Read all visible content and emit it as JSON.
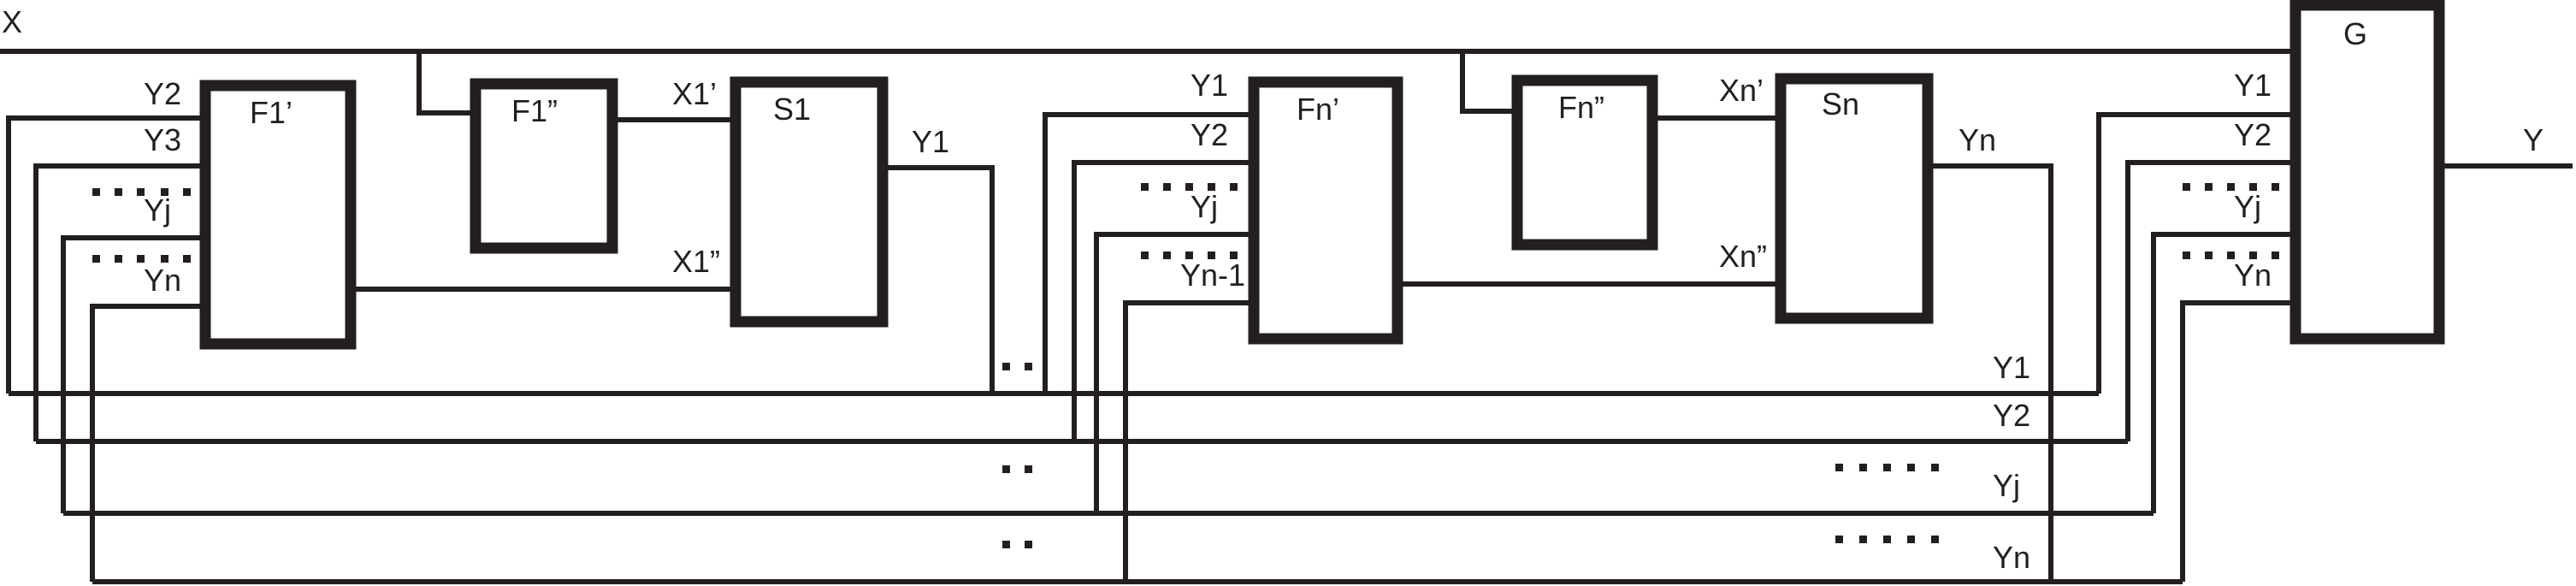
{
  "input_label": "X",
  "output_label": "Y",
  "blocks": {
    "f1_prime": "F1’",
    "f1_dprime": "F1”",
    "s1": "S1",
    "fn_prime": "Fn’",
    "fn_dprime": "Fn”",
    "sn": "Sn",
    "g": "G"
  },
  "f1_inputs": [
    "Y2",
    "Y3",
    "Yj",
    "Yn"
  ],
  "s1_inputs": [
    "X1’",
    "X1”"
  ],
  "s1_output": "Y1",
  "fn_inputs": [
    "Y1",
    "Y2",
    "Yj",
    "Yn-1"
  ],
  "sn_inputs": [
    "Xn’",
    "Xn”"
  ],
  "sn_output": "Yn",
  "g_inputs": [
    "Y1",
    "Y2",
    "Yj",
    "Yn"
  ],
  "bus_labels": [
    "Y1",
    "Y2",
    "Yj",
    "Yn"
  ],
  "colors": {
    "ink": "#231f20",
    "background": "#ffffff"
  }
}
